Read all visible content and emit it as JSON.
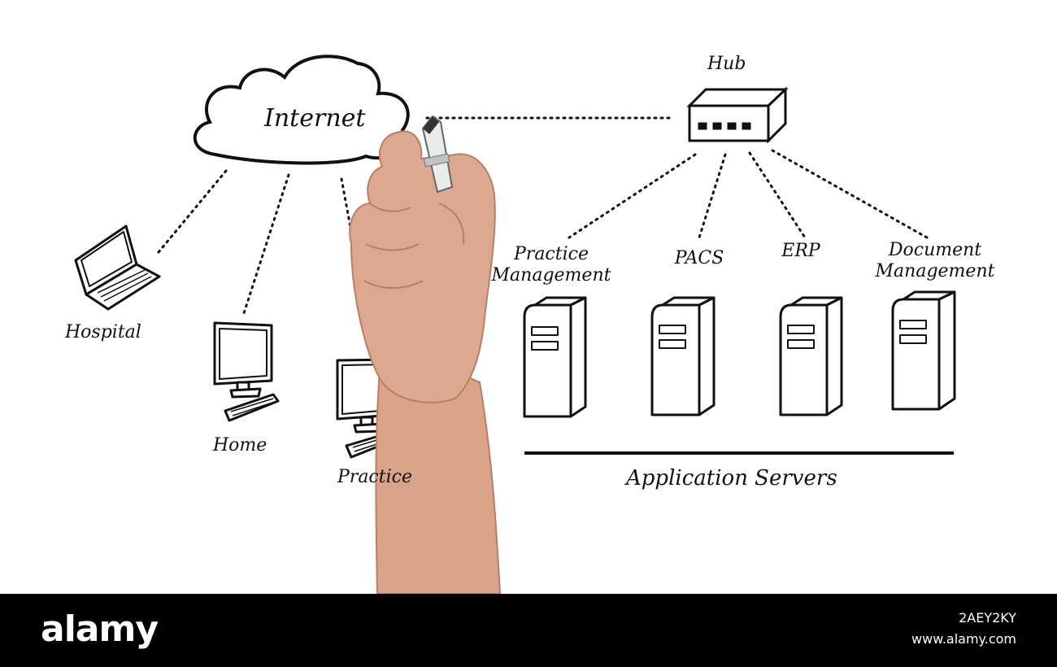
{
  "diagram": {
    "cloud_label": "Internet",
    "hub_label": "Hub",
    "clients": [
      {
        "label": "Hospital"
      },
      {
        "label": "Home"
      },
      {
        "label": "Practice"
      }
    ],
    "servers": [
      {
        "label_line1": "Practice",
        "label_line2": "Management"
      },
      {
        "label_line1": "PACS",
        "label_line2": ""
      },
      {
        "label_line1": "ERP",
        "label_line2": ""
      },
      {
        "label_line1": "Document",
        "label_line2": "Management"
      }
    ],
    "servers_group_label": "Application Servers"
  },
  "footer": {
    "brand": "alamy",
    "image_id": "2AEY2KY",
    "site": "www.alamy.com"
  },
  "colors": {
    "ink": "#111111",
    "skin": "#d9a48a",
    "skin_shadow": "#b97f66",
    "footer_bg": "#000000"
  }
}
